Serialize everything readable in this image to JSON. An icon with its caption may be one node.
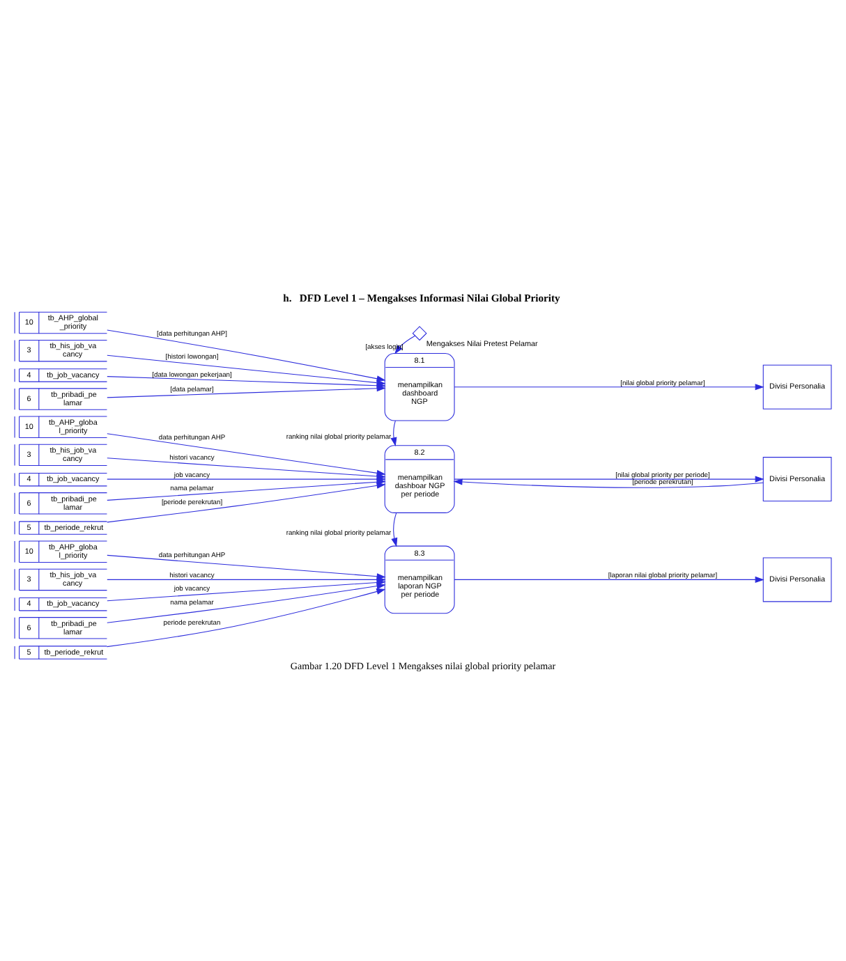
{
  "diagram": {
    "title": "h.   DFD Level 1 – Mengakses Informasi Nilai Global Priority",
    "caption": "Gambar 1.20 DFD Level 1 Mengakses nilai global priority pelamar",
    "nodes": [
      {
        "text": [],
        "shape": "diamond",
        "beside": [
          "Mengakses Nilai Pretest Pelamar"
        ]
      },
      {
        "text": [
          "10",
          "tb_AHP_global _priority"
        ]
      },
      {
        "text": [
          "3",
          "tb_his_job_va cancy"
        ]
      },
      {
        "text": [
          "4",
          "tb_job_vacancy"
        ]
      },
      {
        "text": [
          "6",
          "tb_pribadi_pe lamar"
        ]
      },
      {
        "text": [
          "8.1",
          "menampilkan dashboard NGP"
        ]
      },
      {
        "text": [
          "Divisi Personalia"
        ]
      },
      {
        "text": [
          "10",
          "tb_AHP_globa l_priority"
        ]
      },
      {
        "text": [
          "3",
          "tb_his_job_va cancy"
        ]
      },
      {
        "text": [
          "4",
          "tb_job_vacancy"
        ]
      },
      {
        "text": [
          "6",
          "tb_pribadi_pe lamar"
        ]
      },
      {
        "text": [
          "5",
          "tb_periode_rekrut"
        ]
      },
      {
        "text": [
          "8.2",
          "menampilkan dashboar NGP per periode"
        ]
      },
      {
        "text": [
          "Divisi Personalia"
        ]
      },
      {
        "text": [
          "10",
          "tb_AHP_globa l_priority"
        ]
      },
      {
        "text": [
          "3",
          "tb_his_job_va cancy"
        ]
      },
      {
        "text": [
          "4",
          "tb_job_vacancy"
        ]
      },
      {
        "text": [
          "6",
          "tb_pribadi_pe lamar"
        ]
      },
      {
        "text": [
          "5",
          "tb_periode_rekrut"
        ]
      },
      {
        "text": [
          "8.3",
          "menampilkan laporan NGP per periode"
        ]
      },
      {
        "text": [
          "Divisi Personalia"
        ]
      }
    ],
    "edges": [
      {
        "from": 0,
        "to": 5,
        "arrow": "to",
        "label": "[akses login]"
      },
      {
        "from": 1,
        "to": 5,
        "arrow": "to",
        "label": "[data perhitungan AHP]"
      },
      {
        "from": 2,
        "to": 5,
        "arrow": "to",
        "label": "[histori lowongan]"
      },
      {
        "from": 3,
        "to": 5,
        "arrow": "to",
        "label": "[data lowongan pekerjaan]"
      },
      {
        "from": 4,
        "to": 5,
        "arrow": "to",
        "label": "[data pelamar]"
      },
      {
        "from": 5,
        "to": 6,
        "arrow": "to",
        "label": "[nilai global priority pelamar]"
      },
      {
        "from": 5,
        "to": 12,
        "arrow": "to",
        "label": "ranking nilai global priority pelamar"
      },
      {
        "from": 7,
        "to": 12,
        "arrow": "to",
        "label": "data perhitungan AHP"
      },
      {
        "from": 8,
        "to": 12,
        "arrow": "to",
        "label": "histori vacancy"
      },
      {
        "from": 9,
        "to": 12,
        "arrow": "to",
        "label": "job vacancy"
      },
      {
        "from": 10,
        "to": 12,
        "arrow": "to",
        "label": "nama pelamar"
      },
      {
        "from": 11,
        "to": 12,
        "arrow": "to",
        "label": "[periode perekrutan]"
      },
      {
        "from": 13,
        "to": 12,
        "arrow": "to",
        "label": "[periode perekrutan]"
      },
      {
        "from": 12,
        "to": 13,
        "arrow": "to",
        "label": "[nilai global priority per periode]"
      },
      {
        "from": 12,
        "to": 19,
        "arrow": "to",
        "label": "ranking nilai global priority pelamar"
      },
      {
        "from": 14,
        "to": 19,
        "arrow": "to",
        "label": "data perhitungan AHP"
      },
      {
        "from": 15,
        "to": 19,
        "arrow": "to",
        "label": "histori vacancy"
      },
      {
        "from": 16,
        "to": 19,
        "arrow": "to",
        "label": "job vacancy"
      },
      {
        "from": 17,
        "to": 19,
        "arrow": "to",
        "label": "nama pelamar"
      },
      {
        "from": 18,
        "to": 19,
        "arrow": "to",
        "label": "periode perekrutan"
      },
      {
        "from": 19,
        "to": 20,
        "arrow": "to",
        "label": "[laporan nilai global priority pelamar]"
      }
    ]
  }
}
